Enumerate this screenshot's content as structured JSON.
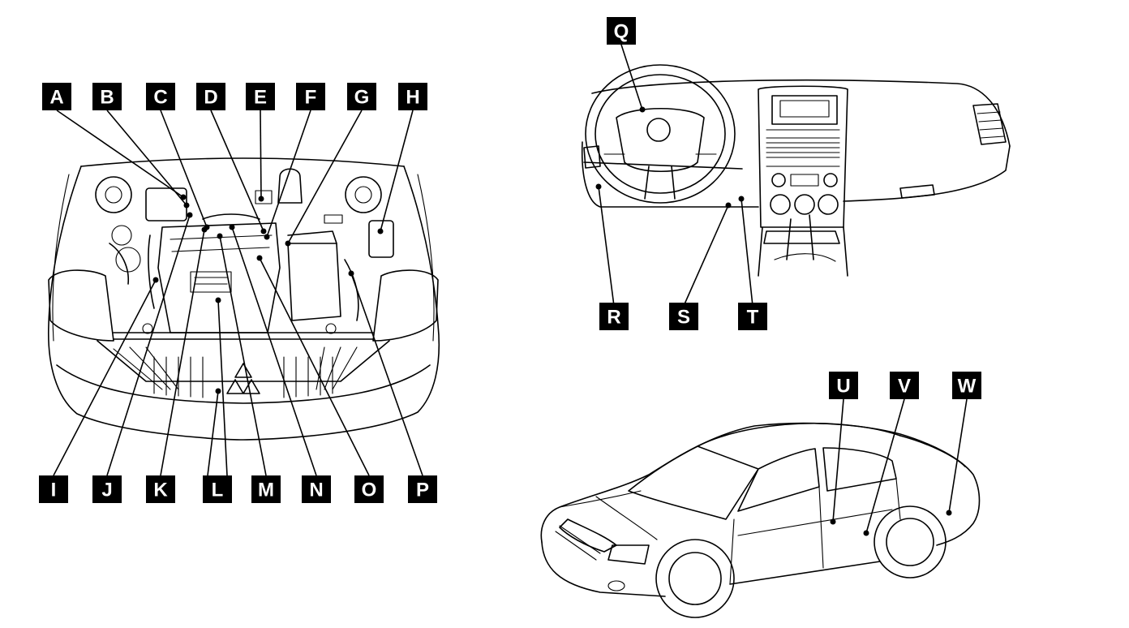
{
  "engine_bay": {
    "top_labels": [
      "A",
      "B",
      "C",
      "D",
      "E",
      "F",
      "G",
      "H"
    ],
    "bottom_labels": [
      "I",
      "J",
      "K",
      "L",
      "M",
      "N",
      "O",
      "P"
    ]
  },
  "dashboard": {
    "labels": [
      "Q",
      "R",
      "S",
      "T"
    ]
  },
  "car_side": {
    "labels": [
      "U",
      "V",
      "W"
    ]
  }
}
